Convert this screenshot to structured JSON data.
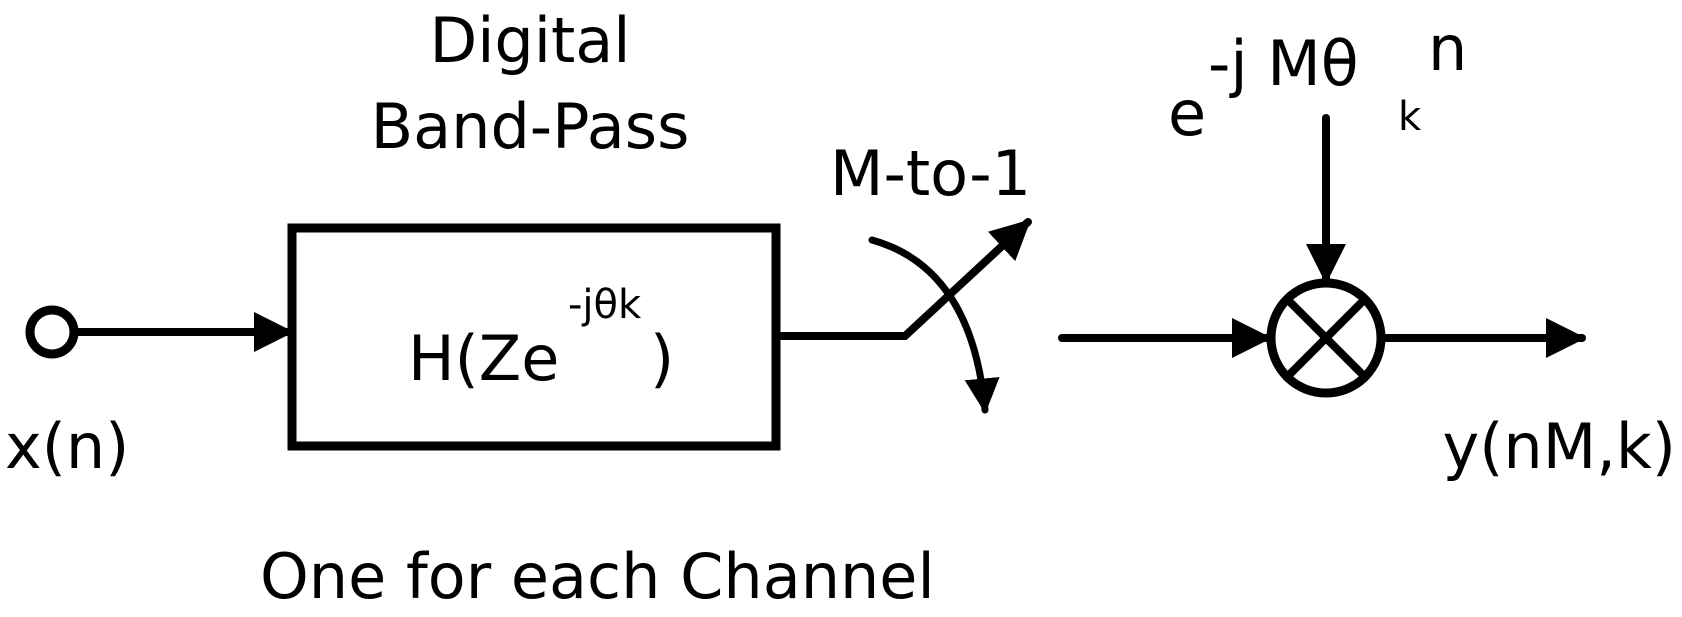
{
  "filter": {
    "title_line1": "Digital",
    "title_line2": "Band-Pass",
    "transfer_base": "H(Ze",
    "transfer_exponent": "-jθk",
    "transfer_close": ")"
  },
  "input": {
    "label": "x(n)"
  },
  "decimator": {
    "label": "M-to-1"
  },
  "oscillator": {
    "base": "e",
    "exponent_part1": "-j Mθ",
    "exponent_subscript": "k",
    "exponent_part2": "n"
  },
  "output": {
    "label": "y(nM,k)"
  },
  "caption": {
    "text": "One for each Channel"
  },
  "colors": {
    "ink": "#000000",
    "background": "#ffffff"
  }
}
